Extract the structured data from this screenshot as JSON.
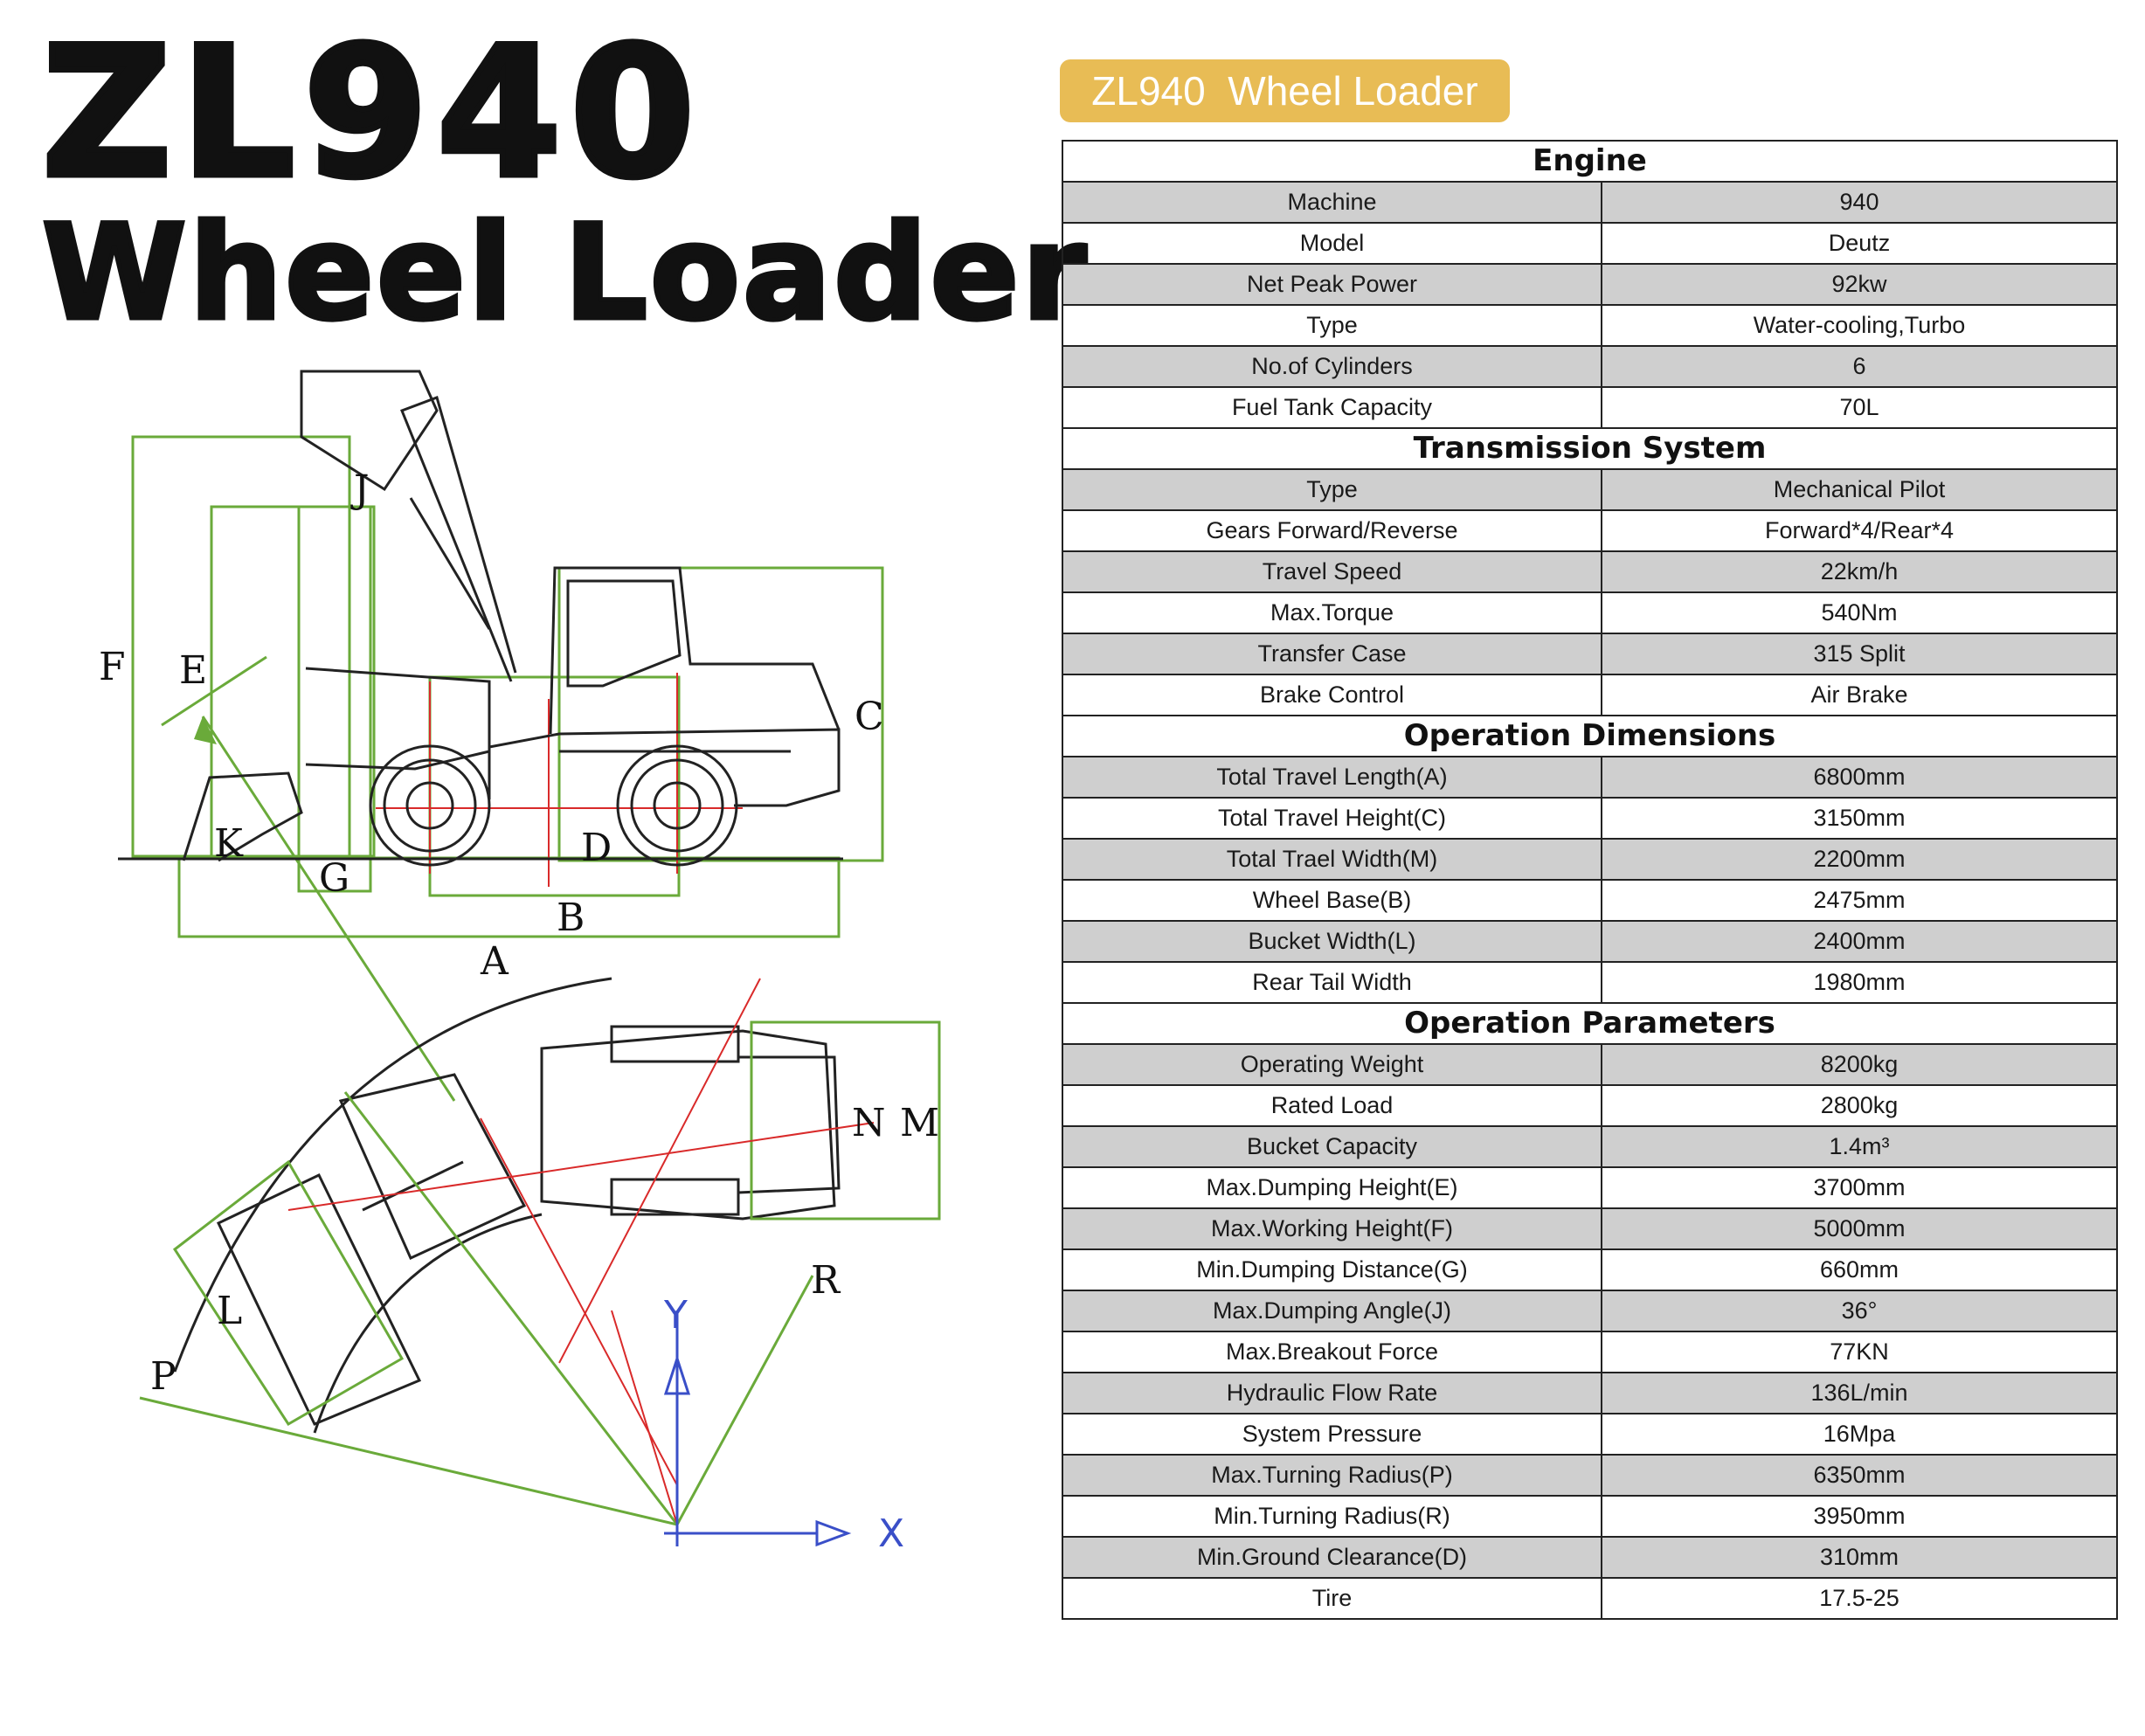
{
  "title": {
    "model": "ZL940",
    "product": "Wheel Loader"
  },
  "badge": "ZL940  Wheel Loader",
  "diagram_labels": {
    "F": "F",
    "E": "E",
    "J": "J",
    "C": "C",
    "K": "K",
    "G": "G",
    "D": "D",
    "B": "B",
    "A": "A",
    "N": "N",
    "M": "M",
    "R": "R",
    "L": "L",
    "P": "P",
    "Y": "Y",
    "X": "X"
  },
  "sections": [
    {
      "title": "Engine",
      "rows": [
        {
          "label": "Machine",
          "value": "940"
        },
        {
          "label": "Model",
          "value": "Deutz"
        },
        {
          "label": "Net Peak Power",
          "value": "92kw"
        },
        {
          "label": "Type",
          "value": "Water-cooling,Turbo"
        },
        {
          "label": "No.of Cylinders",
          "value": "6"
        },
        {
          "label": "Fuel Tank Capacity",
          "value": "70L"
        }
      ]
    },
    {
      "title": "Transmission System",
      "rows": [
        {
          "label": "Type",
          "value": "Mechanical Pilot"
        },
        {
          "label": "Gears Forward/Reverse",
          "value": "Forward*4/Rear*4"
        },
        {
          "label": "Travel Speed",
          "value": "22km/h"
        },
        {
          "label": "Max.Torque",
          "value": "540Nm"
        },
        {
          "label": "Transfer Case",
          "value": "315 Split"
        },
        {
          "label": "Brake Control",
          "value": "Air Brake"
        }
      ]
    },
    {
      "title": "Operation Dimensions",
      "rows": [
        {
          "label": "Total Travel Length(A)",
          "value": "6800mm"
        },
        {
          "label": "Total Travel Height(C)",
          "value": "3150mm"
        },
        {
          "label": "Total Trael Width(M)",
          "value": "2200mm"
        },
        {
          "label": "Wheel Base(B)",
          "value": "2475mm"
        },
        {
          "label": "Bucket Width(L)",
          "value": "2400mm"
        },
        {
          "label": "Rear Tail Width",
          "value": "1980mm"
        }
      ]
    },
    {
      "title": "Operation Parameters",
      "rows": [
        {
          "label": "Operating Weight",
          "value": "8200kg"
        },
        {
          "label": "Rated Load",
          "value": "2800kg"
        },
        {
          "label": "Bucket Capacity",
          "value": "1.4m³"
        },
        {
          "label": "Max.Dumping Height(E)",
          "value": "3700mm"
        },
        {
          "label": "Max.Working Height(F)",
          "value": "5000mm"
        },
        {
          "label": "Min.Dumping Distance(G)",
          "value": "660mm"
        },
        {
          "label": "Max.Dumping Angle(J)",
          "value": "36°"
        },
        {
          "label": "Max.Breakout Force",
          "value": "77KN"
        },
        {
          "label": "Hydraulic Flow Rate",
          "value": "136L/min"
        },
        {
          "label": "System Pressure",
          "value": "16Mpa"
        },
        {
          "label": "Max.Turning Radius(P)",
          "value": "6350mm"
        },
        {
          "label": "Min.Turning Radius(R)",
          "value": "3950mm"
        },
        {
          "label": "Min.Ground Clearance(D)",
          "value": "310mm"
        },
        {
          "label": "Tire",
          "value": "17.5-25"
        }
      ]
    }
  ]
}
